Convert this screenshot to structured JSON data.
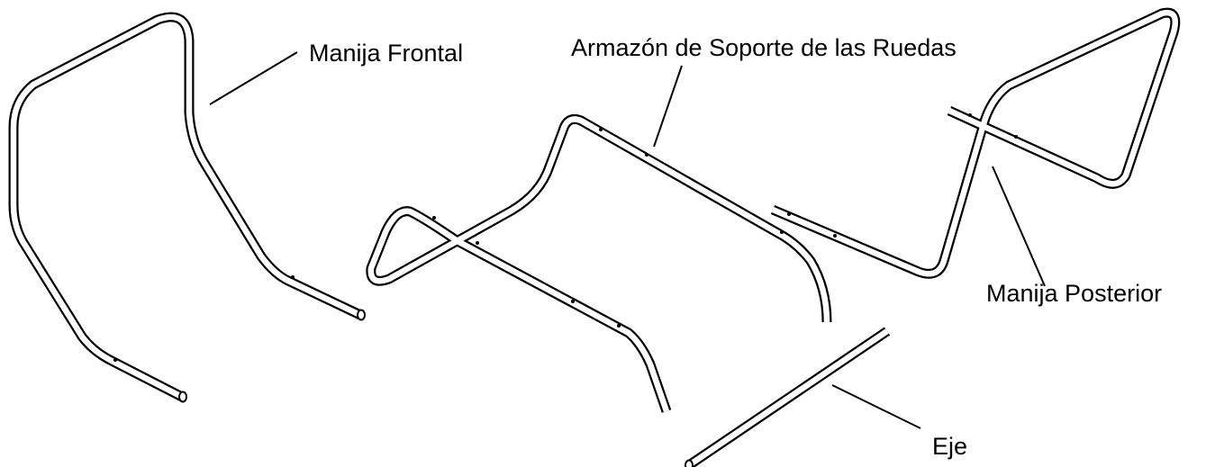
{
  "labels": {
    "front_handle": "Manija Frontal",
    "wheel_frame": "Armazón de Soporte de las Ruedas",
    "rear_handle": "Manija Posterior",
    "axle": "Eje"
  }
}
